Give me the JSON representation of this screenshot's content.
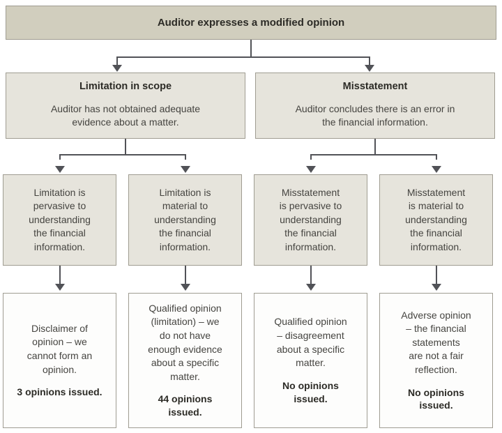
{
  "root": {
    "title": "Auditor expresses a modified opinion"
  },
  "branches": [
    {
      "title": "Limitation in scope",
      "description": "Auditor has not obtained adequate\nevidence about a matter."
    },
    {
      "title": "Misstatement",
      "description": "Auditor concludes there is an error in\nthe financial information."
    }
  ],
  "conditions": [
    {
      "text": "Limitation is\npervasive to\nunderstanding\nthe financial\ninformation."
    },
    {
      "text": "Limitation is\nmaterial to\nunderstanding\nthe financial\ninformation."
    },
    {
      "text": "Misstatement\nis pervasive to\nunderstanding\nthe financial\ninformation."
    },
    {
      "text": "Misstatement\nis material to\nunderstanding\nthe financial\ninformation."
    }
  ],
  "outcomes": [
    {
      "text": "Disclaimer of\nopinion – we\ncannot form an\nopinion.",
      "count": "3 opinions issued."
    },
    {
      "text": "Qualified opinion\n(limitation) – we\ndo not have\nenough evidence\nabout a specific\nmatter.",
      "count": "44 opinions\nissued."
    },
    {
      "text": "Qualified opinion\n– disagreement\nabout a specific\nmatter.",
      "count": "No opinions\nissued."
    },
    {
      "text": "Adverse opinion\n– the financial\nstatements\nare not a fair\nreflection.",
      "count": "No opinions\nissued."
    }
  ],
  "colors": {
    "background": "#ffffff",
    "root_fill": "#d1cebe",
    "node_fill": "#e6e4dc",
    "outcome_fill": "#fdfdfc",
    "border": "#9f9c91",
    "connector": "#515257",
    "heading_text": "#2c2b26",
    "body_text": "#454440"
  }
}
